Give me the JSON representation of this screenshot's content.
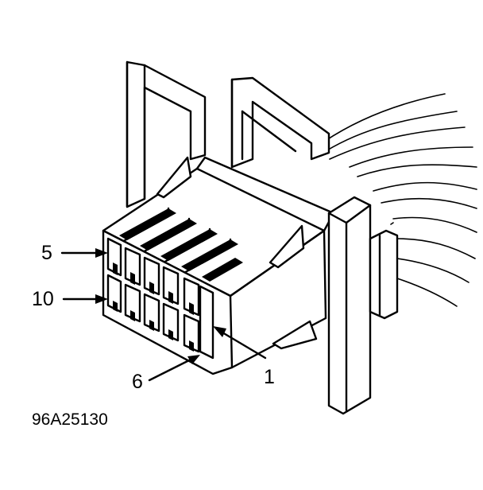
{
  "diagram": {
    "callouts": {
      "pin_5": "5",
      "pin_10": "10",
      "pin_6": "6",
      "pin_1": "1"
    },
    "figure_id": "96A25130"
  }
}
